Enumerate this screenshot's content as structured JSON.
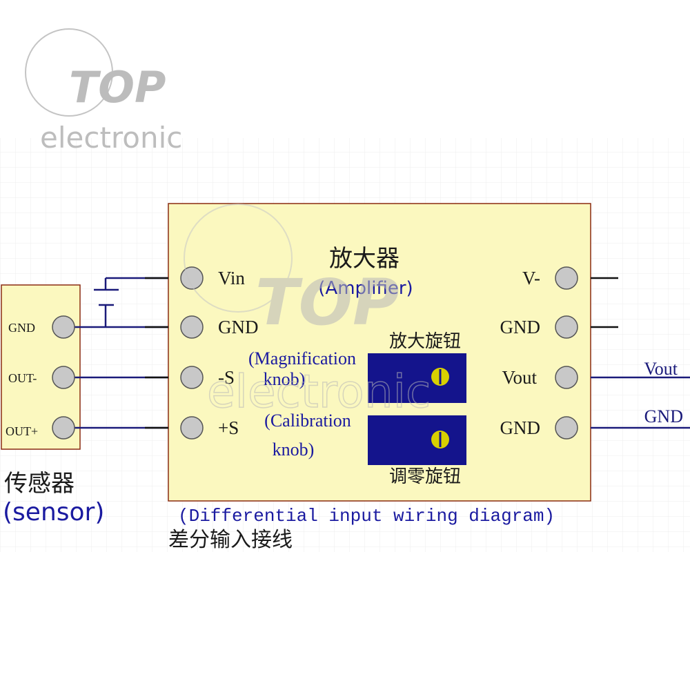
{
  "logo": {
    "mark": "TOP",
    "word": "electronic"
  },
  "watermark": {
    "mark": "TOP",
    "word": "electronic"
  },
  "amplifier": {
    "title_cn": "放大器",
    "title_en": "(Amplifier)",
    "left_pins": [
      "Vin",
      "GND",
      "-S",
      "+S"
    ],
    "right_pins": [
      "V-",
      "GND",
      "Vout",
      "GND"
    ],
    "magnification_knob_cn": "放大旋钮",
    "magnification_label_1": "(Magnification",
    "magnification_label_2": "knob)",
    "calibration_label_1": "(Calibration",
    "calibration_label_2": "knob)",
    "calibration_knob_cn": "调零旋钮"
  },
  "sensor": {
    "pins": [
      "GND",
      "OUT-",
      "OUT+"
    ],
    "title_cn": "传感器",
    "title_en": "(sensor)"
  },
  "outputs": {
    "vout": "Vout",
    "gnd": "GND"
  },
  "caption": {
    "en": "(Differential input wiring diagram)",
    "cn": "差分输入接线"
  },
  "colors": {
    "box_fill": "#fbf8bf",
    "box_border": "#8a2a10",
    "wire": "#1a1a7a",
    "pin": "#c8c8c8",
    "knob_fill": "#14148c",
    "knob_dial": "#d8d000",
    "blue_text": "#1a1aa0",
    "watermark": "#b8b8b8"
  }
}
